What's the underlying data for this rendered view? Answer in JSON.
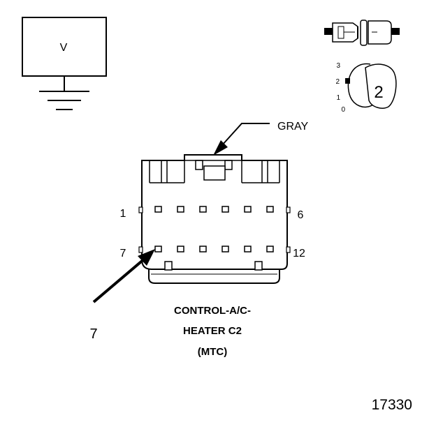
{
  "voltmeter": {
    "symbol": "V"
  },
  "wire": {
    "color_label": "GRAY"
  },
  "connector": {
    "pin_labels": {
      "top_left": "1",
      "top_right": "6",
      "bottom_left": "7",
      "bottom_right": "12"
    },
    "title_lines": [
      "CONTROL-A/C-",
      "HEATER C2",
      "(MTC)"
    ]
  },
  "probe": {
    "pin_label": "7"
  },
  "probe_position": {
    "scale": [
      "3",
      "2",
      "1",
      "0"
    ],
    "selected": "2"
  },
  "figure_number": "17330"
}
